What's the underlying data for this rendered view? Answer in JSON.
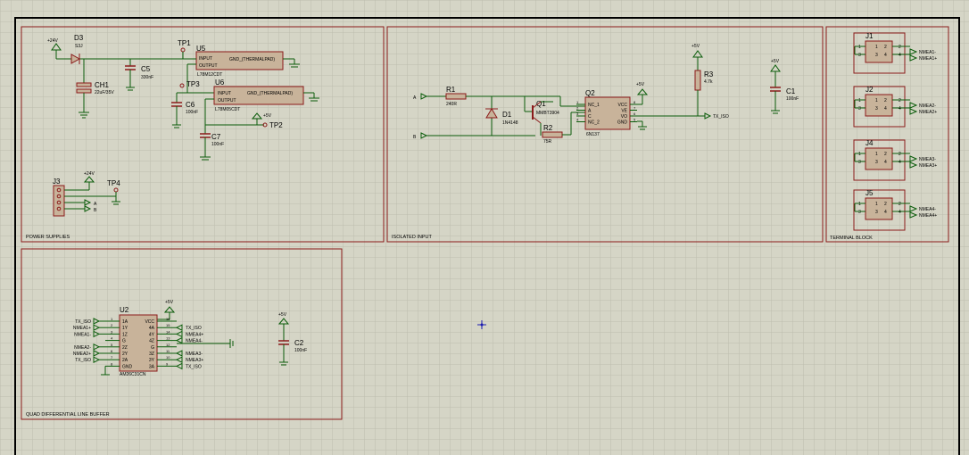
{
  "colors": {
    "background": "#d5d5c6",
    "grid": "#bdbdae",
    "sheet_border": "#000000",
    "block_border": "#8b1a1a",
    "part_fill": "#c8b39a",
    "part_border": "#8b1a1a",
    "wire": "#0a5c0a",
    "text_label": "#000000",
    "pin_dot": "#8b1a1a",
    "origin_marker": "#1a1ab0"
  },
  "blocks": {
    "power": "POWER SUPPLIES",
    "isolated": "ISOLATED INPUT",
    "terminal": "TERMINAL BLOCK",
    "buffer": "QUAD DIFFERENTIAL LINE BUFFER"
  },
  "power": {
    "v24_a": "+24V",
    "d3_ref": "D3",
    "d3_val": "S3J",
    "c5_ref": "C5",
    "c5_val": "330nF",
    "ch1_ref": "CH1",
    "ch1_val": "22uF/35V",
    "tp1": "TP1",
    "tp3": "TP3",
    "tp2": "TP2",
    "tp4": "TP4",
    "u5_ref": "U5",
    "u5_in": "INPUT",
    "u5_out": "OUTPUT",
    "u5_gnd": "GND_(THERMALPAD)",
    "u5_val": "L78M12CDT",
    "u6_ref": "U6",
    "u6_in": "INPUT",
    "u6_out": "OUTPUT",
    "u6_gnd": "GND_(THERMALPAD)",
    "u6_val": "L78M05CDT",
    "c6_ref": "C6",
    "c6_val": "100nF",
    "c7_ref": "C7",
    "c7_val": "100nF",
    "v5_a": "+5V",
    "j3_ref": "J3",
    "v24_b": "+24V",
    "j3_a": "A",
    "j3_b": "B"
  },
  "isolated": {
    "in_a": "A",
    "in_b": "B",
    "r1_ref": "R1",
    "r1_val": "240R",
    "d1_ref": "D1",
    "d1_val": "1N4148",
    "q1_ref": "Q1",
    "q1_val": "MMBT3904",
    "r2_ref": "R2",
    "r2_val": "75R",
    "q2_ref": "Q2",
    "q2_val": "6N137",
    "q2_pins_left": [
      "NC_1",
      "A",
      "C",
      "NC_2"
    ],
    "q2_pins_right": [
      "VCC",
      "VE",
      "VO",
      "GND"
    ],
    "v5_a": "+5V",
    "v5_b": "+5V",
    "v5_c": "+5V",
    "r3_ref": "R3",
    "r3_val": "4.7k",
    "c1_ref": "C1",
    "c1_val": "100nF",
    "tx_iso": "TX_ISO"
  },
  "terminal": {
    "connectors": [
      {
        "ref": "J1",
        "net_a": "NMEA1-",
        "net_b": "NMEA1+"
      },
      {
        "ref": "J2",
        "net_a": "NMEA2-",
        "net_b": "NMEA2+"
      },
      {
        "ref": "J4",
        "net_a": "NMEA3-",
        "net_b": "NMEA3+"
      },
      {
        "ref": "J5",
        "net_a": "NMEA4-",
        "net_b": "NMEA4+"
      }
    ]
  },
  "buffer": {
    "u2_ref": "U2",
    "u2_val": "AM26C31CN",
    "v5_a": "+5V",
    "v5_b": "+5V",
    "pins_left": [
      "1A",
      "1Y",
      "1Z",
      "G",
      "2Z",
      "2Y",
      "2A",
      "GND"
    ],
    "pins_right": [
      "VCC",
      "4A",
      "4Y",
      "4Z",
      "G",
      "3Z",
      "3Y",
      "3A"
    ],
    "nets_left": [
      "TX_ISO",
      "NMEA1+",
      "NMEA1-",
      "",
      "NMEA2-",
      "NMEA2+",
      "TX_ISO",
      ""
    ],
    "nets_right": [
      "",
      "TX_ISO",
      "NMEA4+",
      "NMEA4-",
      "",
      "NMEA3-",
      "NMEA3+",
      "TX_ISO"
    ],
    "c2_ref": "C2",
    "c2_val": "100nF"
  }
}
